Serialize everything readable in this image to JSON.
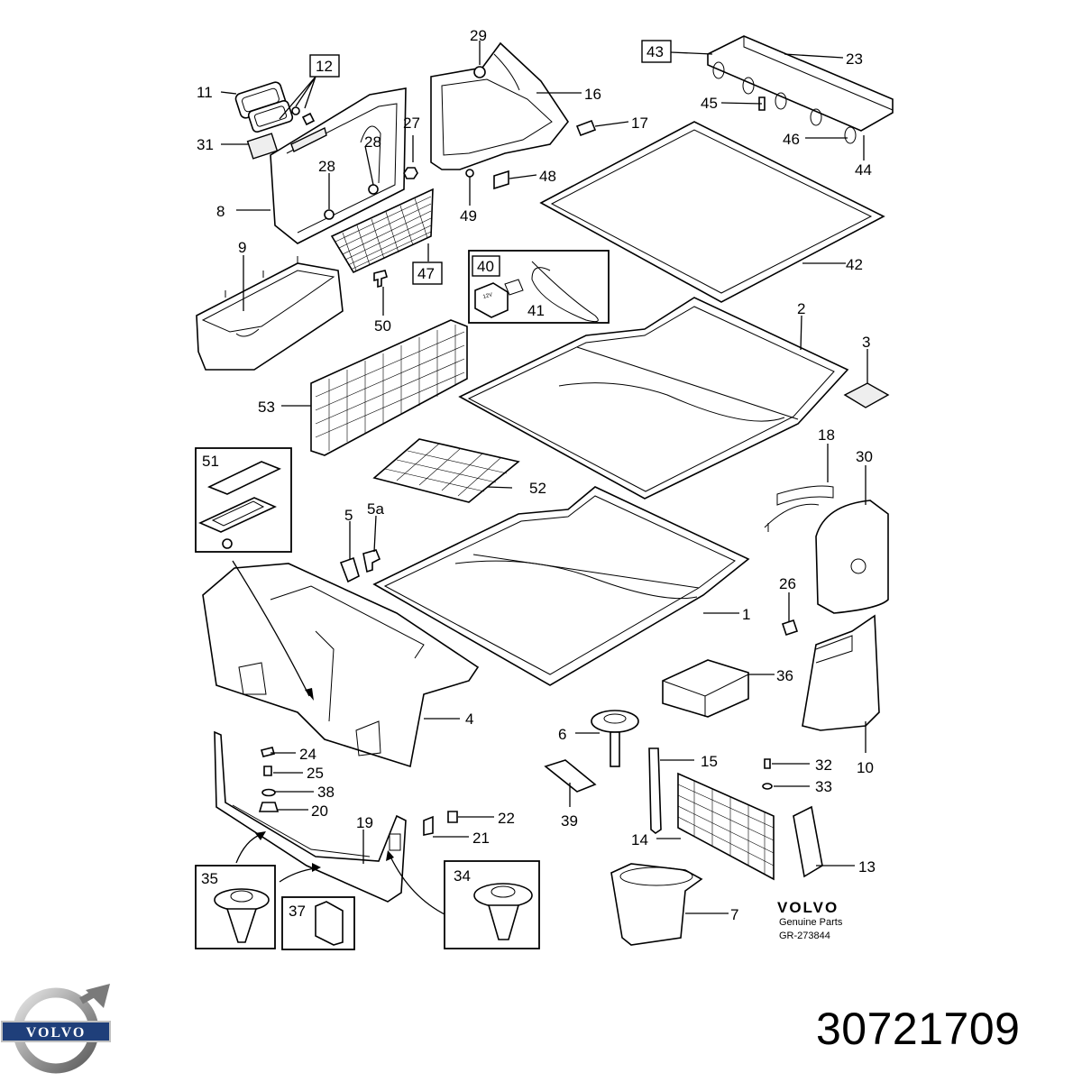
{
  "diagram": {
    "callouts": {
      "c1": "1",
      "c2": "2",
      "c3": "3",
      "c4": "4",
      "c5": "5",
      "c5a": "5a",
      "c6": "6",
      "c7": "7",
      "c8": "8",
      "c9": "9",
      "c10": "10",
      "c11": "11",
      "c12": "12",
      "c13": "13",
      "c14": "14",
      "c15": "15",
      "c16": "16",
      "c17": "17",
      "c18": "18",
      "c19": "19",
      "c20": "20",
      "c21": "21",
      "c22": "22",
      "c23": "23",
      "c24": "24",
      "c25": "25",
      "c26": "26",
      "c27": "27",
      "c28a": "28",
      "c28b": "28",
      "c29": "29",
      "c30": "30",
      "c31": "31",
      "c32": "32",
      "c33": "33",
      "c34": "34",
      "c35": "35",
      "c36": "36",
      "c37": "37",
      "c38": "38",
      "c39": "39",
      "c40": "40",
      "c41": "41",
      "c42": "42",
      "c43": "43",
      "c44": "44",
      "c45": "45",
      "c46": "46",
      "c47": "47",
      "c48": "48",
      "c49": "49",
      "c50": "50",
      "c51": "51",
      "c52": "52",
      "c53": "53"
    },
    "outlet_label": "12\nVOLT",
    "brand_logo_text": "VOLVO",
    "brand_line1": "Genuine Parts",
    "brand_code": "GR-273844"
  },
  "logo": {
    "text": "VOLVO",
    "color": "#1f3f7a"
  },
  "part_number": "30721709"
}
